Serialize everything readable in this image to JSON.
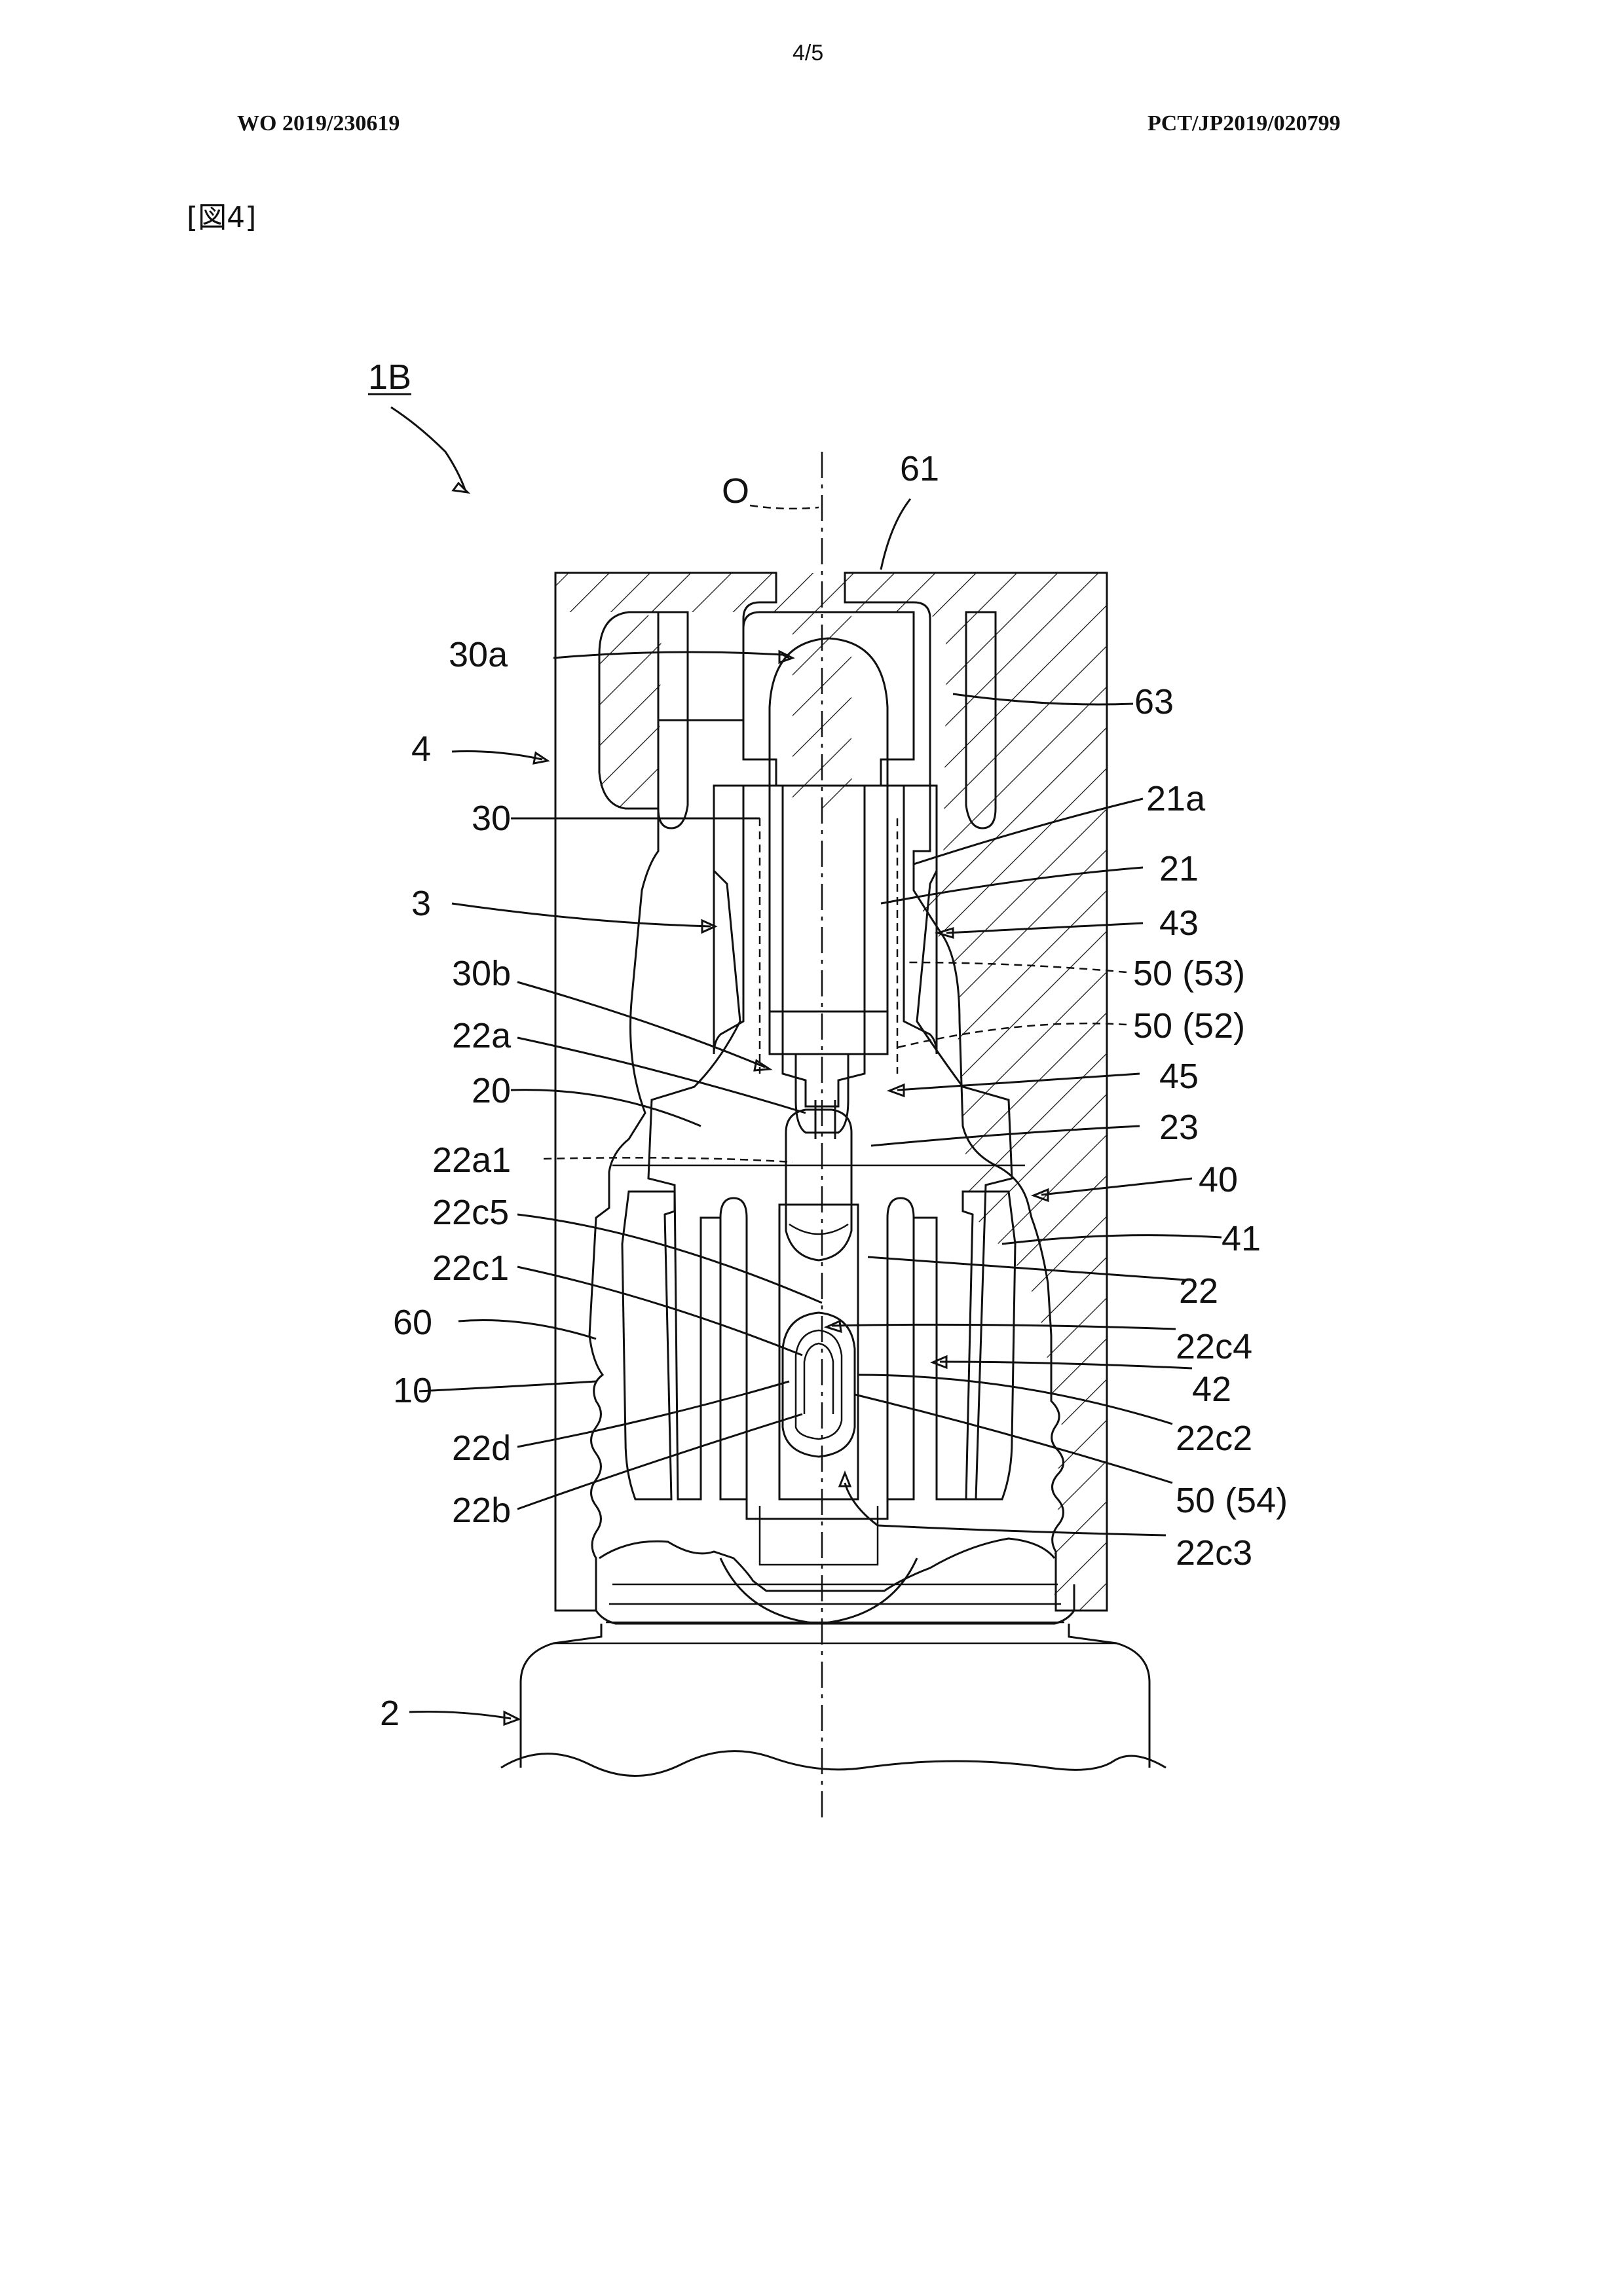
{
  "header": {
    "page_number": "4/5",
    "publication_number": "WO 2019/230619",
    "application_number": "PCT/JP2019/020799"
  },
  "figure": {
    "label": "[図4]",
    "assembly_ref": "1B",
    "axis_ref": "O",
    "refs": {
      "r61": "61",
      "r63": "63",
      "r30a": "30a",
      "r4": "4",
      "r30": "30",
      "r21a": "21a",
      "r21": "21",
      "r3": "3",
      "r43": "43",
      "r30b": "30b",
      "r50_53": "50 (53)",
      "r22a": "22a",
      "r50_52": "50 (52)",
      "r45": "45",
      "r20": "20",
      "r23": "23",
      "r22a1": "22a1",
      "r40": "40",
      "r22c5": "22c5",
      "r41": "41",
      "r22c1": "22c1",
      "r22": "22",
      "r60": "60",
      "r22c4": "22c4",
      "r42": "42",
      "r10": "10",
      "r22c2": "22c2",
      "r22d": "22d",
      "r50_54": "50 (54)",
      "r22b": "22b",
      "r22c3": "22c3",
      "r2": "2"
    }
  }
}
